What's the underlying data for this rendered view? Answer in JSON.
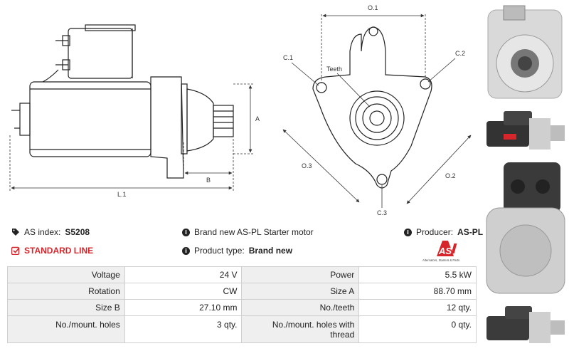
{
  "drawing": {
    "dims": {
      "O1": "O.1",
      "C1": "C.1",
      "C2": "C.2",
      "C3": "C.3",
      "O2": "O.2",
      "O3": "O.3",
      "teeth": "Teeth",
      "A": "A",
      "B": "B",
      "L1": "L.1"
    }
  },
  "info": {
    "as_index_label": "AS index:",
    "as_index_value": "S5208",
    "standard_line": "STANDARD LINE",
    "description": "Brand new AS-PL Starter motor",
    "product_type_label": "Product type:",
    "product_type_value": "Brand new",
    "producer_label": "Producer:",
    "producer_value": "AS-PL"
  },
  "logo": {
    "mark": "AS",
    "tagline": "Alternators, Starters & Parts",
    "color": "#d6262b"
  },
  "specs": [
    [
      "Voltage",
      "24 V",
      "Power",
      "5.5 kW"
    ],
    [
      "Rotation",
      "CW",
      "Size A",
      "88.70 mm"
    ],
    [
      "Size B",
      "27.10 mm",
      "No./teeth",
      "12 qty."
    ],
    [
      "No./mount. holes",
      "3 qty.",
      "No./mount. holes with thread",
      "0 qty."
    ]
  ],
  "colors": {
    "accent": "#d6262b",
    "table_label_bg": "#efefef",
    "table_border": "#cfcfcf"
  }
}
